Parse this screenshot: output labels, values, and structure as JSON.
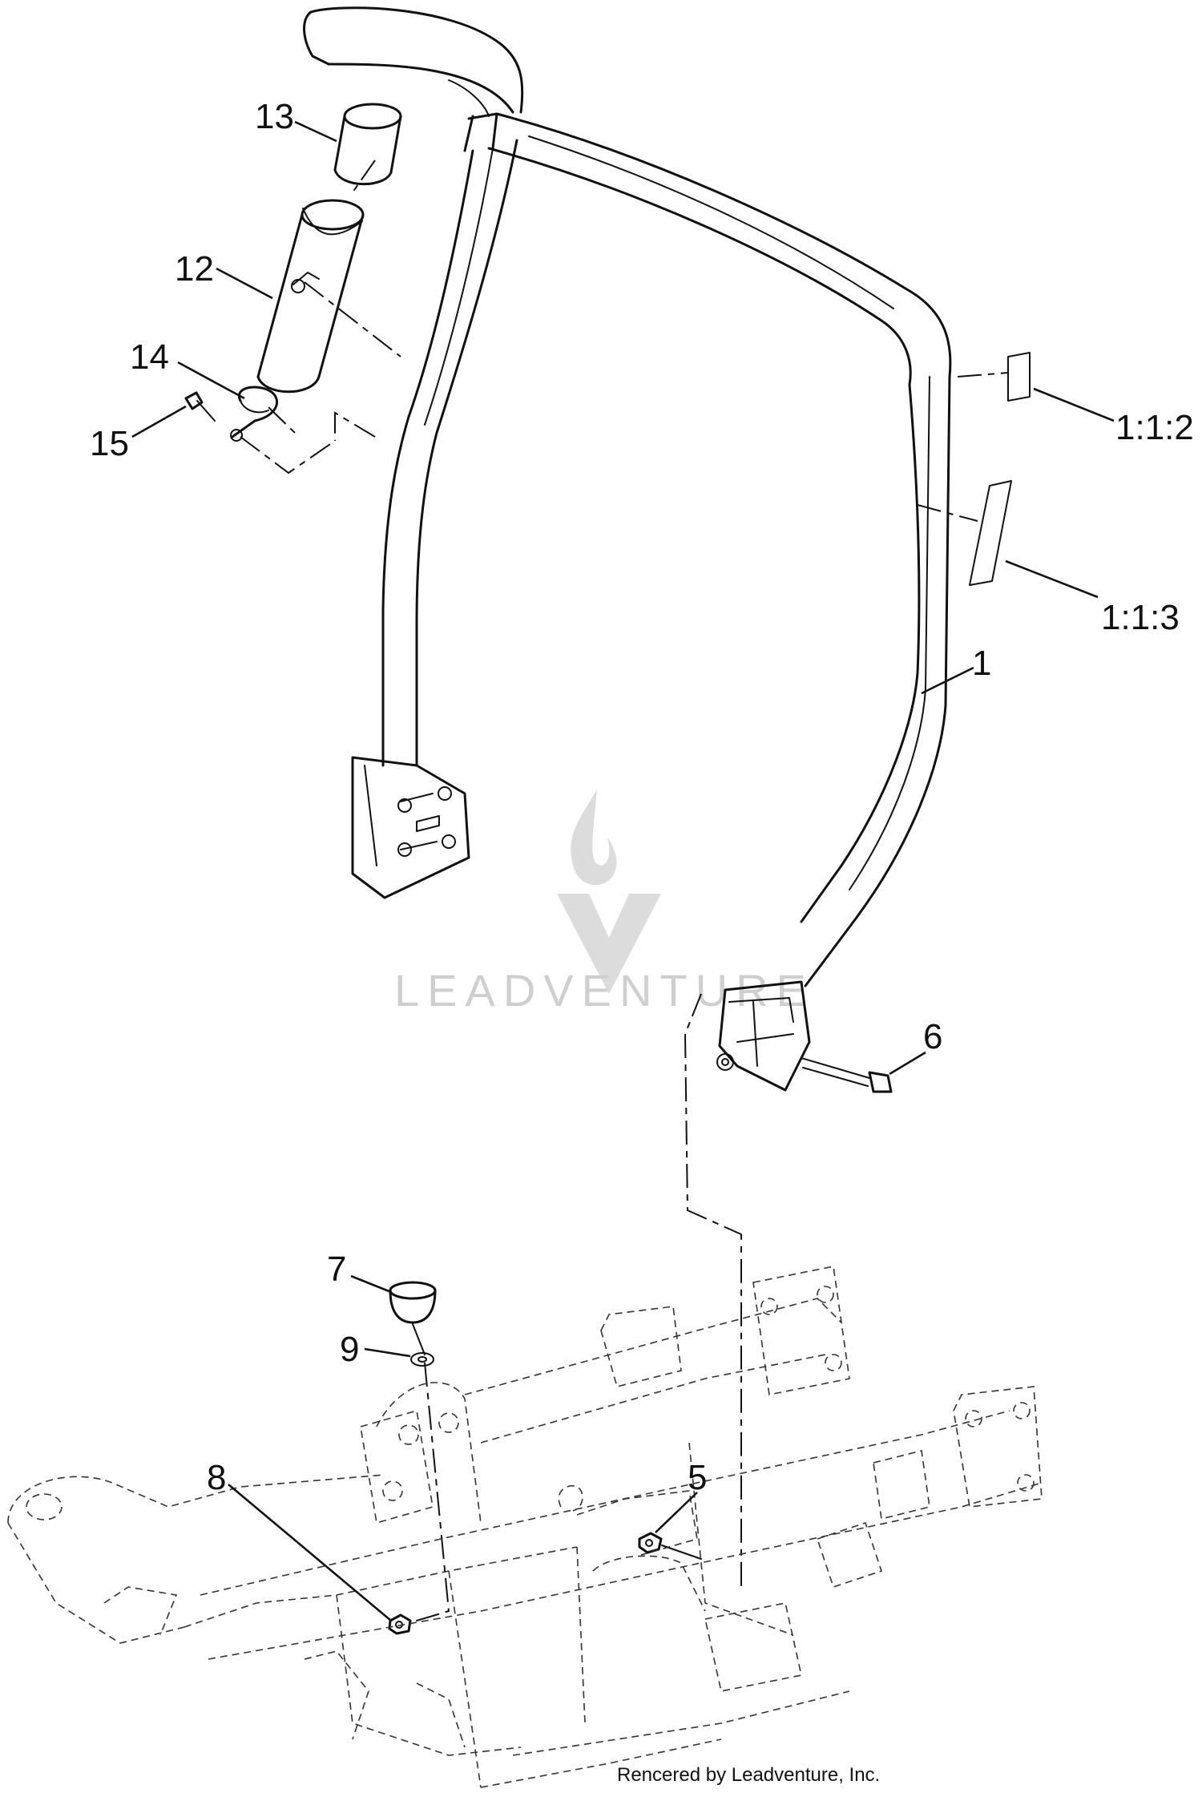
{
  "callouts": {
    "c13": "13",
    "c12": "12",
    "c14": "14",
    "c15": "15",
    "c112": "1:1:2",
    "c113": "1:1:3",
    "c1": "1",
    "c6": "6",
    "c7": "7",
    "c9": "9",
    "c8": "8",
    "c5": "5"
  },
  "watermark": {
    "text": "LEADVENTURE",
    "icon": "flame-v-logo-icon"
  },
  "footer": {
    "credit": "Rencered by Leadventure, Inc."
  }
}
